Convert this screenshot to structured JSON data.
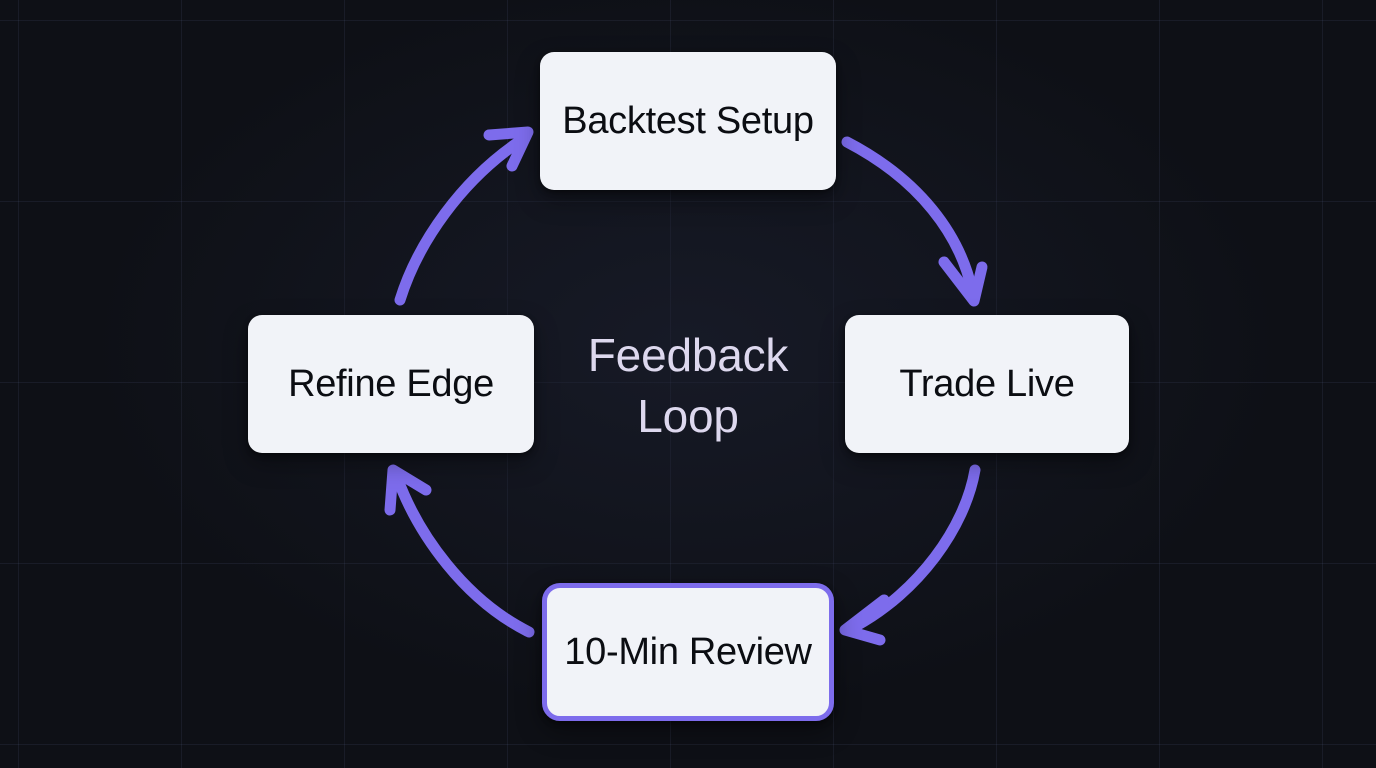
{
  "diagram": {
    "title": "Feedback Loop",
    "center_label_line1": "Feedback",
    "center_label_line2": "Loop",
    "background_color": "#0e1016",
    "grid_line_color": "#1c2030",
    "accent_color": "#7d6cec",
    "node_fill_color": "#f1f3f8",
    "node_text_color": "#0b0d12",
    "center_text_color": "#ddd8ee",
    "nodes": [
      {
        "id": "backtest-setup",
        "label": "Backtest Setup",
        "selected": false
      },
      {
        "id": "trade-live",
        "label": "Trade Live",
        "selected": false
      },
      {
        "id": "ten-min-review",
        "label": "10-Min Review",
        "selected": true
      },
      {
        "id": "refine-edge",
        "label": "Refine Edge",
        "selected": false
      }
    ],
    "edges": [
      {
        "id": "edge-backtest-to-trade",
        "from": "backtest-setup",
        "to": "trade-live",
        "label": ""
      },
      {
        "id": "edge-trade-to-review",
        "from": "trade-live",
        "to": "ten-min-review",
        "label": ""
      },
      {
        "id": "edge-review-to-refine",
        "from": "ten-min-review",
        "to": "refine-edge",
        "label": ""
      },
      {
        "id": "edge-refine-to-backtest",
        "from": "refine-edge",
        "to": "backtest-setup",
        "label": ""
      }
    ]
  }
}
